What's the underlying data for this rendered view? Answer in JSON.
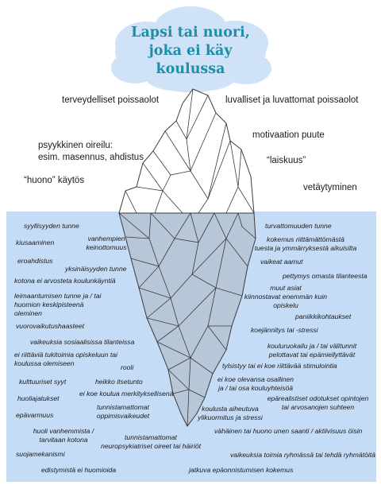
{
  "title": [
    "Lapsi tai nuori,",
    "joka ei käy",
    "koulussa"
  ],
  "above": {
    "terveydelliset": "terveydelliset poissaolot",
    "luvalliset": "luvalliset ja luvattomat poissaolot",
    "psyykkinen": [
      "psyykkinen oireilu:",
      "esim. masennus, ahdistus"
    ],
    "motivaatio": "motivaation puute",
    "laiskuus": "“laiskuus”",
    "huono_kaytos": "“huono” käytös",
    "vetaytyminen": "vetäytyminen"
  },
  "below": {
    "syyllisyyden": [
      "syyllisyyden tunne"
    ],
    "kiusaaminen": [
      "kiusaaminen"
    ],
    "vanhempien": [
      "vanhempien",
      "keinottomuus"
    ],
    "eroahdistus": [
      "eroahdistus"
    ],
    "yksinaisyyden": [
      "yksinäisyyden tunne"
    ],
    "kotona": [
      "kotona ei arvosteta koulunkäyntiä"
    ],
    "leimaantumisen": [
      "leimaantumisen tunne ja / tai",
      "huomion keskipisteenä",
      "oleminen"
    ],
    "vuorovaikutus": [
      "vuorovaikutushaasteet"
    ],
    "sosiaalisissa": [
      "vaikeuksia sosiaalisissa tilanteissa"
    ],
    "tukitoimia": [
      "ei riittäviä tukitoimia opiskeluun tai",
      "koulussa olemiseen"
    ],
    "rooli": [
      "rooli"
    ],
    "kulttuuriset": [
      "kulttuuriset syyt"
    ],
    "itsetunto": [
      "heikko itsetunto"
    ],
    "merkityksellisena": [
      "ei koe koulua merkityksellisenä"
    ],
    "huoliajatukset": [
      "huoliajatukset"
    ],
    "oppimisvaikeudet": [
      "tunnistamattomat",
      "oppimisvaikeudet"
    ],
    "epavarmuus": [
      "epävarmuus"
    ],
    "huoli_vanhemmista": [
      "huoli vanhemmista /",
      "tarvitaan kotona"
    ],
    "neuropsyk": [
      "tunnistamattomat",
      "neuropsykiatriset oireet tai häiriöt"
    ],
    "suojamekanismi": [
      "suojamekanismi"
    ],
    "edistymista": [
      "edistymistä ei huomioida"
    ],
    "turvattomuuden": [
      "turvattomuuden tunne"
    ],
    "kokemus": [
      "kokemus riittämättömästä",
      "tuesta ja ymmärryksestä aikuisilta"
    ],
    "aamut": [
      "vaikeat aamut"
    ],
    "pettymys": [
      "pettymys omasta tilanteesta"
    ],
    "muut_asiat": [
      "muut asiat",
      "kiinnostavat enemmän kuin",
      "opiskelu"
    ],
    "paniikki": [
      "paniikkikohtaukset"
    ],
    "koejannitys": [
      "koejännitys tai -stressi"
    ],
    "koulukuljetus": [
      "kouluruokailu ja / tai välitunnit",
      "pelottavat tai epämiellyttävät"
    ],
    "tylsistyy": [
      "tylsistyy tai ei koe riittävää stimulointia"
    ],
    "osallinen": [
      "ei koe olevansa osallinen",
      "ja / tai osa kouluyhteisöä"
    ],
    "odotukset": [
      "epärealistiset odotukset opintojen",
      "tai arvosanojen suhteen"
    ],
    "ylikuormitus": [
      "koulusta aiheutuva",
      "ylikuormitus ja stressi"
    ],
    "uni": [
      "vähäinen tai huono unen saanti / aktiivisuus öisin"
    ],
    "ryhmassa": [
      "vaikeuksia toimia ryhmässä tai tehdä ryhmätöitä"
    ],
    "epaonnistuminen": [
      "jatkuva epäonnistumisen kokemus"
    ]
  },
  "colors": {
    "title": "#1d8fa8",
    "water": "#c5dcf7",
    "iceberg_below": "#b8c7d8",
    "cloud": "#cfe2f8"
  }
}
